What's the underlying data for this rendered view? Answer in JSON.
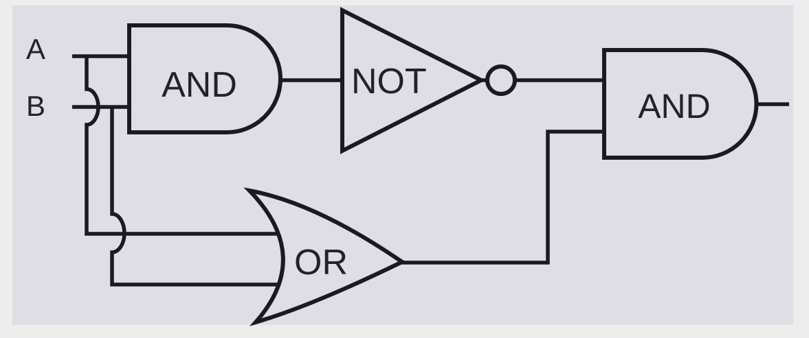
{
  "colors": {
    "outer": "#ededee",
    "slide": "#dfdee5",
    "stroke": "#1a1a20",
    "label": "#222228"
  },
  "diagram": {
    "inputs": {
      "a": "A",
      "b": "B"
    },
    "gates": {
      "and1": "AND",
      "not1": "NOT",
      "or1": "OR",
      "and2": "AND"
    }
  }
}
